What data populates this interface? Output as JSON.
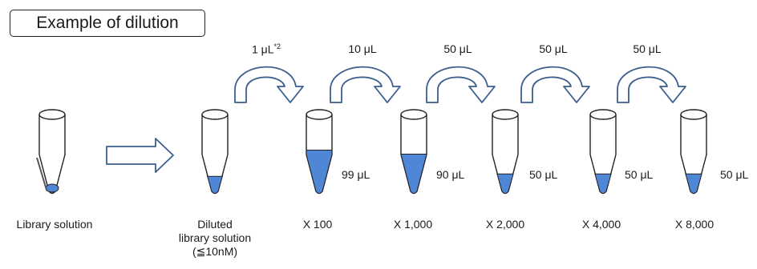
{
  "title": "Example of dilution",
  "transfers": [
    {
      "volume": "1 μL",
      "footnote": "*2"
    },
    {
      "volume": "10 μL",
      "footnote": ""
    },
    {
      "volume": "50 μL",
      "footnote": ""
    },
    {
      "volume": "50 μL",
      "footnote": ""
    },
    {
      "volume": "50 μL",
      "footnote": ""
    }
  ],
  "tubes": [
    {
      "label": "Library solution",
      "label_line2": "",
      "label_line3": "",
      "buffer": "",
      "fill": 0.1
    },
    {
      "label": "Diluted",
      "label_line2": "library solution",
      "label_line3": "(≦10nM)",
      "buffer": "",
      "fill": 0.22
    },
    {
      "label": "X 100",
      "label_line2": "",
      "label_line3": "",
      "buffer": "99 μL",
      "fill": 0.55
    },
    {
      "label": "X 1,000",
      "label_line2": "",
      "label_line3": "",
      "buffer": "90 μL",
      "fill": 0.5
    },
    {
      "label": "X 2,000",
      "label_line2": "",
      "label_line3": "",
      "buffer": "50 μL",
      "fill": 0.25
    },
    {
      "label": "X 4,000",
      "label_line2": "",
      "label_line3": "",
      "buffer": "50 μL",
      "fill": 0.25
    },
    {
      "label": "X 8,000",
      "label_line2": "",
      "label_line3": "",
      "buffer": "50 μL",
      "fill": 0.25
    }
  ],
  "colors": {
    "liquid": "#4f86d6",
    "arrow_stroke": "#3a5f8f",
    "tube_stroke": "#222222"
  }
}
